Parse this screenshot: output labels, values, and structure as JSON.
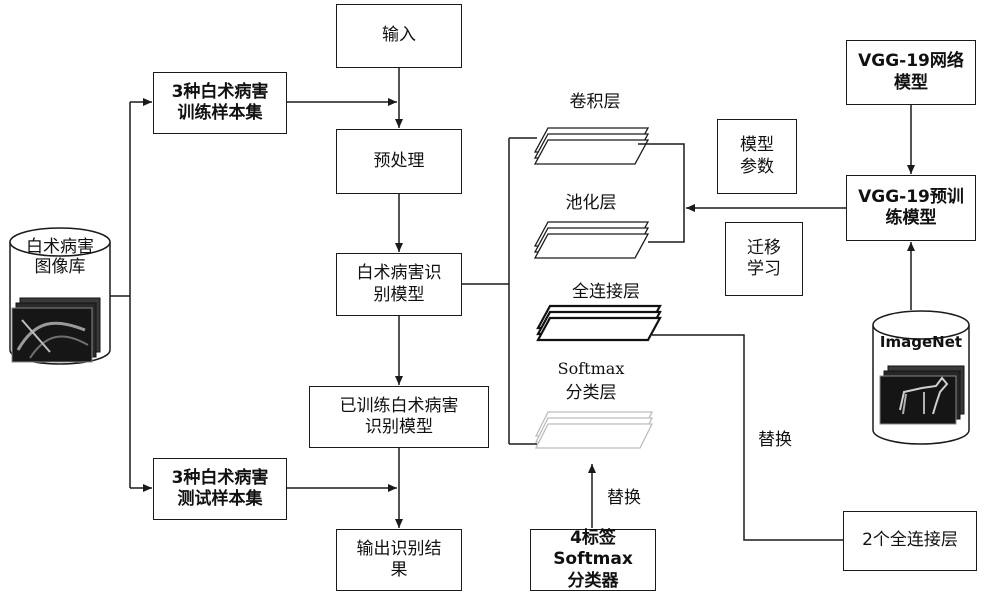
{
  "nodes": {
    "input": "输入",
    "train_set": "3种白术病害\n训练样本集",
    "preprocess": "预处理",
    "database": "白术病害\n图像库",
    "recognition_model": "白术病害识\n别模型",
    "trained_model": "已训练白术病害\n识别模型",
    "test_set": "3种白术病害\n测试样本集",
    "output": "输出识别结\n果",
    "vgg_model": "VGG-19网络\n模型",
    "vgg_pretrained": "VGG-19预训\n练模型",
    "model_params": "模型\n参数",
    "transfer_learning": "迁移\n学习",
    "imagenet": "ImageNet",
    "softmax_classifier": "4标签Softmax\n分类器",
    "fc_layers_box": "2个全连接层"
  },
  "layers": {
    "conv": "卷积层",
    "pool": "池化层",
    "fc": "全连接层",
    "softmax_top": "Softmax",
    "softmax_bottom": "分类层"
  },
  "edge_labels": {
    "replace_softmax": "替换",
    "replace_fc": "替换"
  }
}
